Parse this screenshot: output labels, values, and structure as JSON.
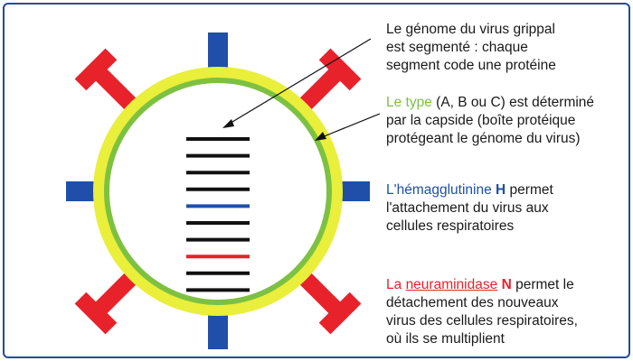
{
  "colors": {
    "frame": "#1f4e9a",
    "outer_ring": "#e9ef3a",
    "inner_ring": "#7dc142",
    "hemagglutinin": "#1f4fa8",
    "neuraminidase": "#e8222b",
    "segment_default": "#111111",
    "segment_blue": "#1f4fa8",
    "segment_red": "#e8222b",
    "green_text": "#7dc142",
    "blue_text": "#1f4fa8",
    "red_text": "#e8222b"
  },
  "genome": {
    "lines": [
      "Le génome du virus grippal",
      "est segmenté  : chaque",
      "segment code une protéine"
    ]
  },
  "type": {
    "highlight": "Le type",
    "line1_rest": " (A, B ou C) est déterminé",
    "lines": [
      "par la capside (boîte protéique",
      "protégeant le génome du virus)"
    ]
  },
  "hemagglutinin": {
    "highlight": "L'hémagglutinine ",
    "letter": "H",
    "line1_rest": " permet",
    "lines": [
      "l'attachement du virus aux",
      "cellules respiratoires"
    ]
  },
  "neuraminidase": {
    "prefix": "La ",
    "highlight": "neuraminidase",
    "space": " ",
    "letter": "N",
    "line1_rest": " permet le",
    "lines": [
      "détachement des nouveaux",
      "virus des cellules respiratoires,",
      "où ils se multiplient"
    ]
  },
  "segments": [
    {
      "color": "black"
    },
    {
      "color": "black"
    },
    {
      "color": "black"
    },
    {
      "color": "black"
    },
    {
      "color": "blue"
    },
    {
      "color": "black"
    },
    {
      "color": "black"
    },
    {
      "color": "red"
    },
    {
      "color": "black"
    },
    {
      "color": "black"
    }
  ]
}
